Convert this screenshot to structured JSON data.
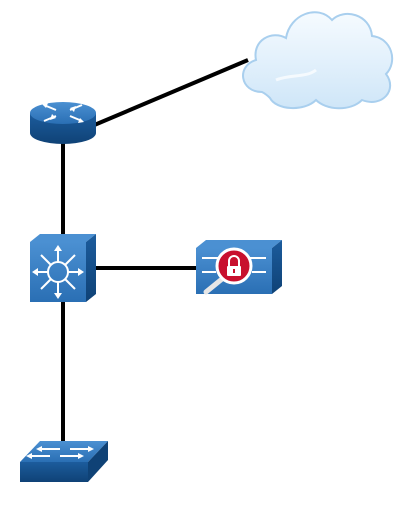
{
  "diagram": {
    "nodes": [
      {
        "id": "internet",
        "icon": "cloud-icon"
      },
      {
        "id": "router",
        "icon": "router-icon"
      },
      {
        "id": "l3-switch",
        "icon": "multilayer-switch-icon"
      },
      {
        "id": "ids",
        "icon": "ids-sensor-icon"
      },
      {
        "id": "access-switch",
        "icon": "workgroup-switch-icon"
      }
    ],
    "links": [
      {
        "from": "router",
        "to": "internet"
      },
      {
        "from": "router",
        "to": "l3-switch"
      },
      {
        "from": "l3-switch",
        "to": "ids"
      },
      {
        "from": "l3-switch",
        "to": "access-switch"
      }
    ],
    "colors": {
      "device_blue": "#2a6fb4",
      "device_dark": "#124d86",
      "cloud_light": "#e8f4fd",
      "cloud_edge": "#a9cfee",
      "ids_red": "#c8102e",
      "link": "#000000"
    }
  }
}
